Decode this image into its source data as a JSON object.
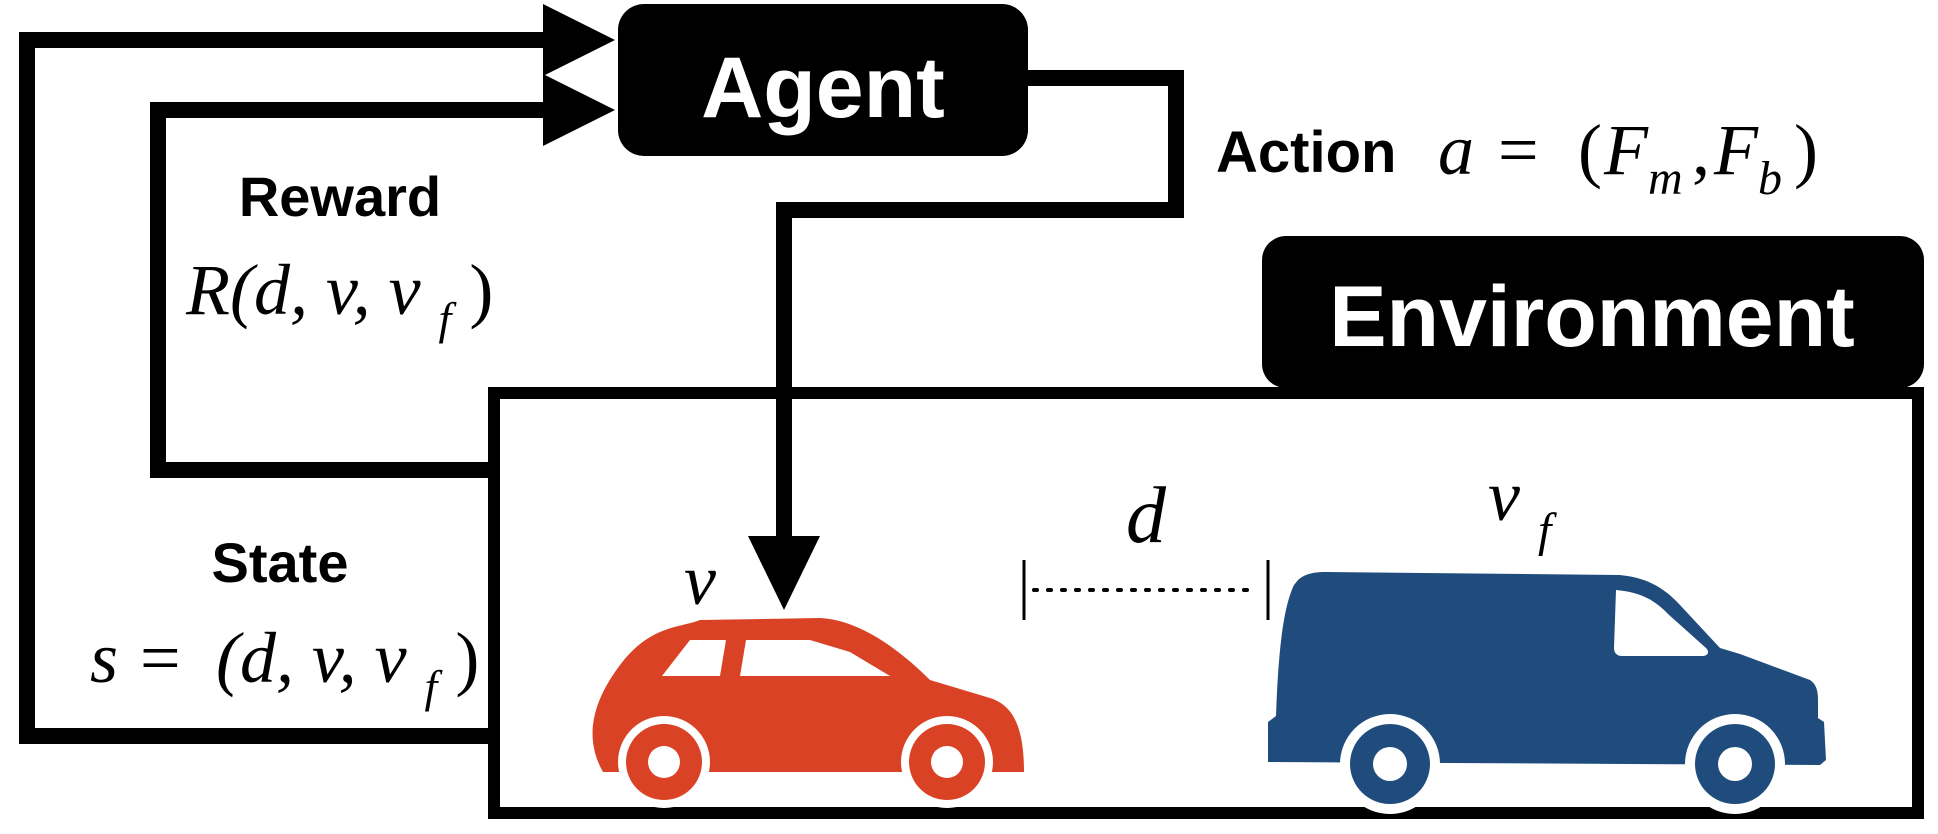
{
  "agent": {
    "label": "Agent"
  },
  "environment": {
    "label": "Environment"
  },
  "action": {
    "label": "Action",
    "formula": {
      "lhs": "a",
      "eq": "=",
      "open": "(",
      "f1": "F",
      "f1_sub": "m",
      "sep": ",",
      "f2": "F",
      "f2_sub": "b",
      "close": ")"
    }
  },
  "reward": {
    "label": "Reward",
    "formula": {
      "text": "R(d, v, v",
      "sub": "f",
      "close": ")"
    }
  },
  "state": {
    "label": "State",
    "formula": {
      "lhs": "s",
      "eq": "=",
      "text": "(d, v, v",
      "sub": "f",
      "close": ")"
    }
  },
  "scene": {
    "ego_speed": "v",
    "gap": "d",
    "lead_speed": {
      "base": "v",
      "sub": "f"
    }
  },
  "colors": {
    "ego_car": "#d94225",
    "lead_van": "#204c7d",
    "box": "#000000",
    "background": "#ffffff"
  },
  "icons": [
    "car-icon",
    "van-icon"
  ]
}
